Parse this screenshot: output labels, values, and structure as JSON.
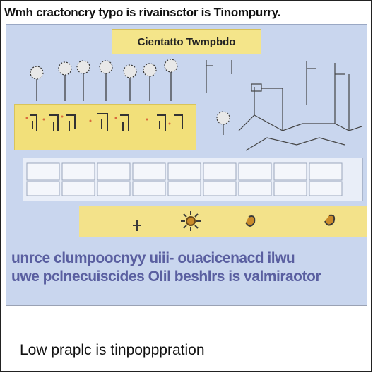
{
  "header": {
    "title": "Wmh cractoncry typo is rivainsctor is Tinompurry."
  },
  "panel": {
    "label": "Cientatto Twmpbdo",
    "body_lines": [
      "unrce clumpoocnyy uiii- ouacicenacd ilwu",
      "uwe pclnecuiscides Olil beshlrs is valmiraotor"
    ]
  },
  "footer": {
    "caption": "Low praplc is tinpopppration"
  },
  "colors": {
    "panel_bg": "#c9d6ee",
    "highlight": "#f2e07a",
    "ink": "#222222",
    "text_blue": "#5a5fa0"
  }
}
